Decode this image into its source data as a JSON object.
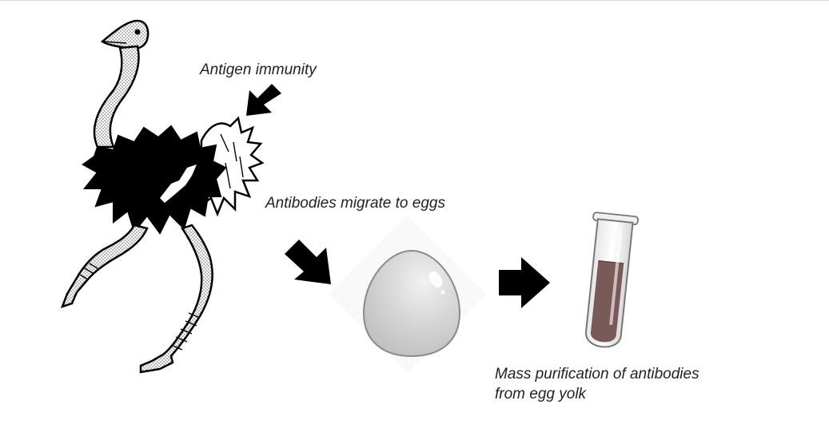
{
  "labels": {
    "antigen_immunity": "Antigen immunity",
    "antibodies_migrate": "Antibodies migrate to eggs",
    "purification_line1": "Mass purification of antibodies",
    "purification_line2": "from egg yolk"
  },
  "icons": {
    "animal": "ostrich-illustration",
    "arrow_to_animal": "arrow-down-left-icon",
    "arrow_to_egg": "arrow-down-right-icon",
    "arrow_to_tube": "arrow-right-icon",
    "egg": "egg-icon",
    "tube": "test-tube-icon"
  },
  "colors": {
    "ink": "#000000",
    "egg_fill": "#cfcfcf",
    "tube_liquid": "#7a5a58"
  }
}
